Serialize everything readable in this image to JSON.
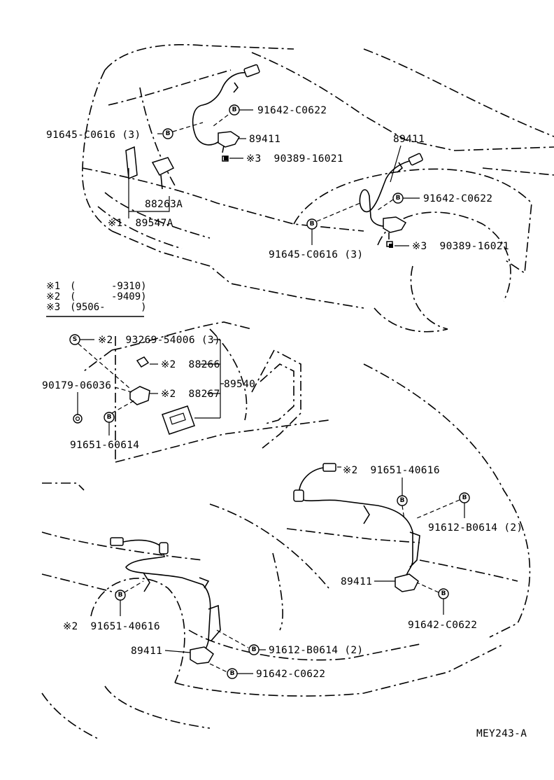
{
  "callouts": {
    "front_left_bolt": "91645-C0616 (3)",
    "front_left_clamp_bolt": "91642-C0622",
    "front_left_sensor": "89411",
    "front_left_washer": "※3  90389-16021",
    "relay": "88263A",
    "relay_bracket": "※1  89547A",
    "front_right_sensor": "89411",
    "front_right_clamp_bolt": "91642-C0622",
    "front_right_bolt": "91645-C0616 (3)",
    "front_right_washer": "※3  90389-16021",
    "computer_screw": "※2  93269-54006 (3)",
    "computer_bracket_a": "※2  88266",
    "computer_bracket_b": "※2  88267",
    "computer": "89540",
    "computer_nut": "90179-06036",
    "computer_bolt": "91651-60614",
    "rear_right_bolt_a": "※2  91651-40616",
    "rear_right_bolt_b": "91612-B0614 (2)",
    "rear_right_sensor": "89411",
    "rear_right_clamp_bolt": "91642-C0622",
    "rear_left_bolt_a": "※2  91651-40616",
    "rear_left_sensor": "89411",
    "rear_left_bolt_b": "91612-B0614 (2)",
    "rear_left_clamp_bolt": "91642-C0622"
  },
  "notes": [
    {
      "mark": "※1",
      "range": "(      -9310)"
    },
    {
      "mark": "※2",
      "range": "(      -9409)"
    },
    {
      "mark": "※3",
      "range": "(9506-      )"
    }
  ],
  "symbols": {
    "bolt": "B",
    "screw": "S"
  },
  "figure_code": "MEY243-A"
}
